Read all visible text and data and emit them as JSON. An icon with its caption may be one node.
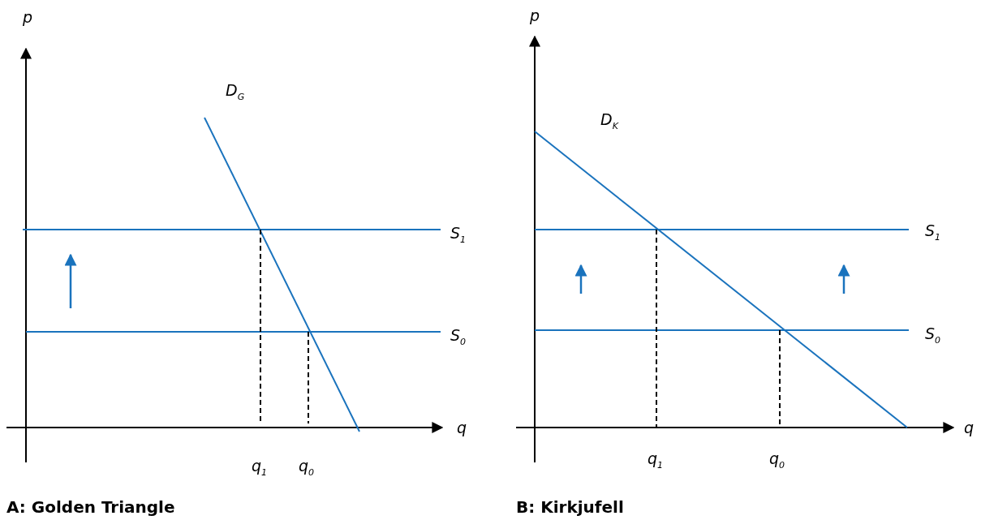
{
  "diagram": {
    "labels": [
      "p",
      "D$_{G}$",
      "S$_{1}$",
      "S$_{0}$",
      "q",
      "q$_{1}$",
      "q$_{0}$",
      "A: Golden Triangle",
      "p",
      "D$_{K}$",
      "S$_{1}$",
      "S$_{0}$",
      "q",
      "q$_{1}$",
      "q$_{0}$",
      "B: Kirkjufell"
    ]
  }
}
